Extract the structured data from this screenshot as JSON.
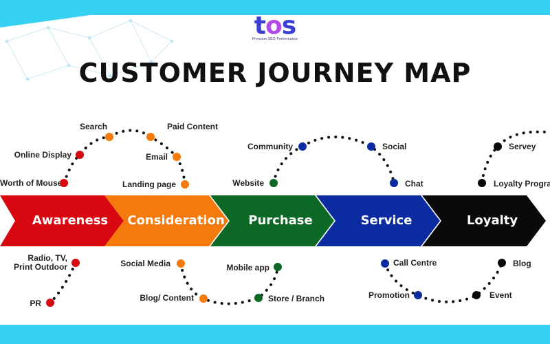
{
  "brand": {
    "logo": "tos",
    "tagline": "Premium SEO Performance"
  },
  "title": "CUSTOMER JOURNEY MAP",
  "colors": {
    "awareness": "#d7080f",
    "consideration": "#f57a0b",
    "purchase": "#0d6826",
    "service": "#0a2ca0",
    "loyalty": "#0a0a0a",
    "accent": "#34d1f0"
  },
  "stages": [
    {
      "label": "Awareness",
      "color": "#d7080f"
    },
    {
      "label": "Consideration",
      "color": "#f57a0b"
    },
    {
      "label": "Purchase",
      "color": "#0d6826"
    },
    {
      "label": "Service",
      "color": "#0a2ca0"
    },
    {
      "label": "Loyalty",
      "color": "#0a0a0a"
    }
  ],
  "touchpoints": {
    "awareness": {
      "worth_of_mouse": "Worth of Mouse",
      "online_display": "Online Display",
      "radio_tv_line1": "Radio, TV,",
      "radio_tv_line2": "Print Outdoor",
      "pr": "PR"
    },
    "consideration": {
      "search": "Search",
      "paid_content": "Paid Content",
      "email": "Email",
      "landing_page": "Landing page",
      "social_media": "Social Media",
      "blog_content": "Blog/ Content"
    },
    "purchase": {
      "website": "Website",
      "mobile_app": "Mobile app",
      "store_branch": "Store / Branch"
    },
    "service": {
      "community": "Community",
      "social": "Social",
      "chat": "Chat",
      "call_centre": "Call Centre",
      "promotion": "Promotion"
    },
    "loyalty": {
      "servey": "Servey",
      "loyalty_program": "Loyalty Program",
      "blog": "Blog",
      "event": "Event"
    }
  }
}
